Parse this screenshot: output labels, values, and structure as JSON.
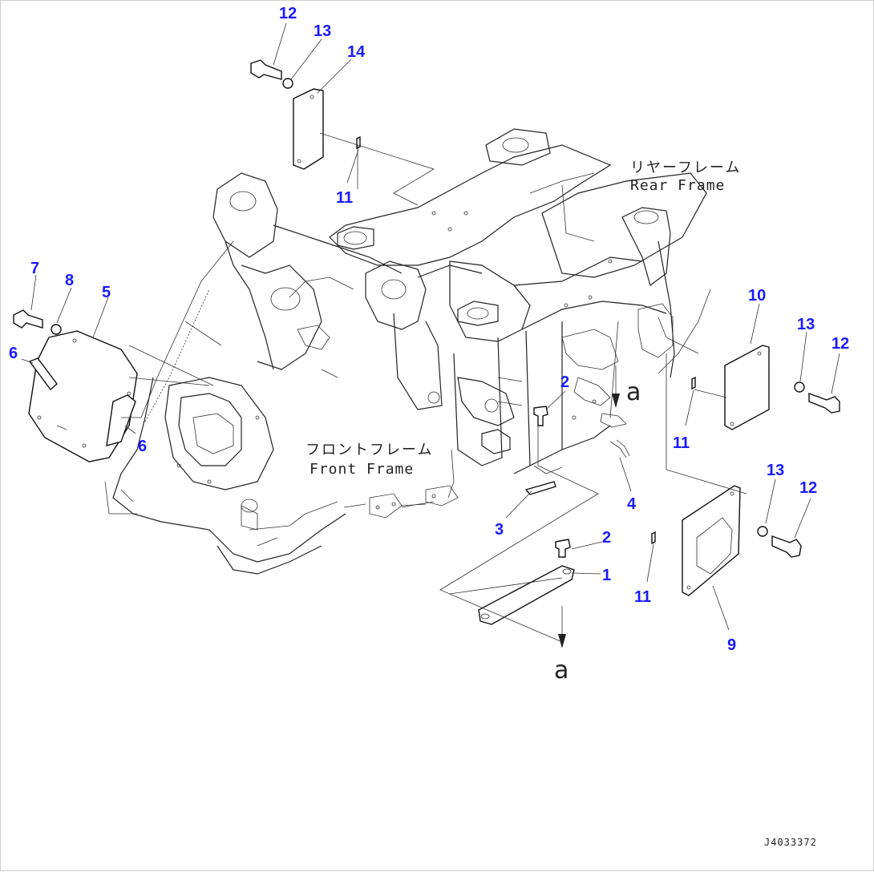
{
  "labels": {
    "rear_frame_jp": "リヤーフレーム",
    "rear_frame_en": "Rear Frame",
    "front_frame_jp": "フロントフレーム",
    "front_frame_en": "Front Frame",
    "view_a_top": "a",
    "view_a_bottom": "a",
    "doc_id": "J4033372"
  },
  "callouts": {
    "c1": "1",
    "c2a": "2",
    "c2b": "2",
    "c3": "3",
    "c4": "4",
    "c5": "5",
    "c6a": "6",
    "c6b": "6",
    "c7": "7",
    "c8": "8",
    "c9": "9",
    "c10": "10",
    "c11a": "11",
    "c11b": "11",
    "c11c": "11",
    "c12a": "12",
    "c12b": "12",
    "c12c": "12",
    "c13a": "13",
    "c13b": "13",
    "c13c": "13",
    "c14": "14"
  },
  "colors": {
    "callout": "#1a1aff",
    "line": "#222222"
  }
}
